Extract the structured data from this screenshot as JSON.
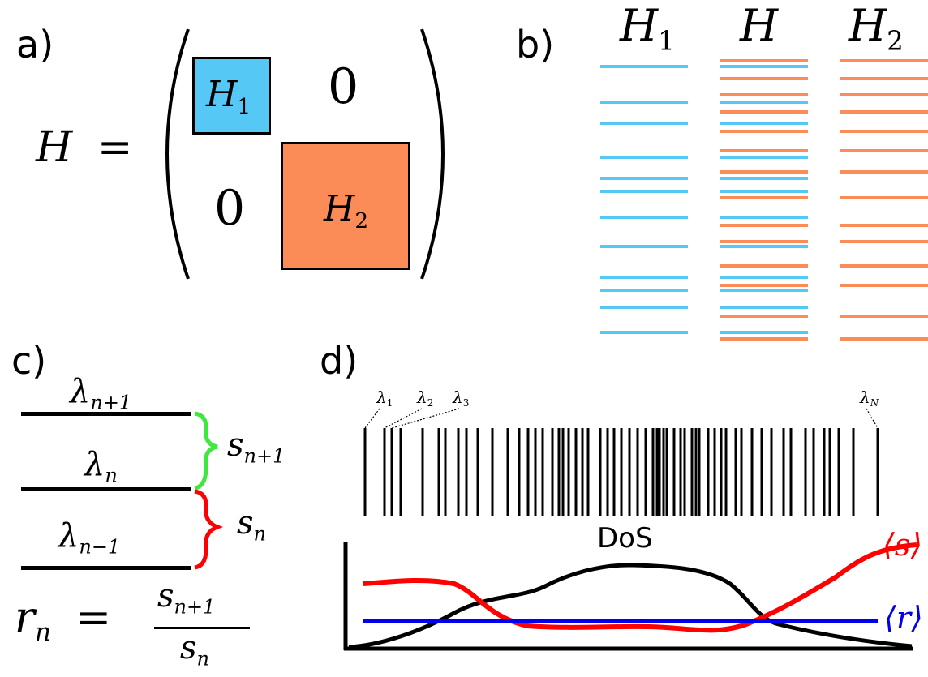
{
  "panels": {
    "a": "a)",
    "b": "b)",
    "c": "c)",
    "d": "d)"
  },
  "colors": {
    "h1": "#56c8f5",
    "h2": "#fb8c58",
    "green": "#3ee83e",
    "red": "#ff0000",
    "blue": "#0000ee",
    "black": "#000000"
  },
  "panel_a": {
    "lhs_symbol": "H",
    "lhs_equals": "=",
    "block1_symbol": "H",
    "block1_sub": "1",
    "block2_symbol": "H",
    "block2_sub": "2",
    "zero_top": "0",
    "zero_bottom": "0"
  },
  "panel_b": {
    "col1_symbol": "H",
    "col1_sub": "1",
    "col2_symbol": "H",
    "col3_symbol": "H",
    "col3_sub": "2",
    "h1_levels": [
      80,
      124,
      150,
      192,
      218,
      234,
      266,
      302,
      340,
      356,
      377,
      408
    ],
    "h2_levels": [
      73,
      95,
      115,
      136,
      160,
      184,
      210,
      242,
      276,
      296,
      326,
      350,
      388,
      416
    ]
  },
  "panel_c": {
    "lambda_top": "λ",
    "lambda_top_sub": "n+1",
    "lambda_mid": "λ",
    "lambda_mid_sub": "n",
    "lambda_bot": "λ",
    "lambda_bot_sub": "n−1",
    "s_upper": "s",
    "s_upper_sub": "n+1",
    "s_lower": "s",
    "s_lower_sub": "n",
    "ratio_lhs": "r",
    "ratio_lhs_sub": "n",
    "ratio_eq": "=",
    "ratio_num": "s",
    "ratio_num_sub": "n+1",
    "ratio_den": "s",
    "ratio_den_sub": "n"
  },
  "panel_d": {
    "label_l1": "λ",
    "label_l1_sub": "1",
    "label_l2": "λ",
    "label_l2_sub": "2",
    "label_l3": "λ",
    "label_l3_sub": "3",
    "label_lN": "λ",
    "label_lN_sub": "N",
    "dos_label": "DoS",
    "s_label": "⟨s⟩",
    "r_label": "⟨r⟩",
    "spectrum_positions": [
      450,
      474,
      483,
      494,
      521,
      541,
      549,
      565,
      575,
      589,
      607,
      626,
      640,
      651,
      660,
      669,
      681,
      689,
      694,
      701,
      710,
      718,
      725,
      740,
      749,
      757,
      766,
      776,
      786,
      796,
      805,
      810,
      813,
      818,
      822,
      831,
      839,
      844,
      853,
      858,
      862,
      873,
      881,
      889,
      895,
      907,
      914,
      927,
      939,
      951,
      966,
      975,
      993,
      1003,
      1016,
      1023,
      1034,
      1052,
      1082
    ]
  }
}
